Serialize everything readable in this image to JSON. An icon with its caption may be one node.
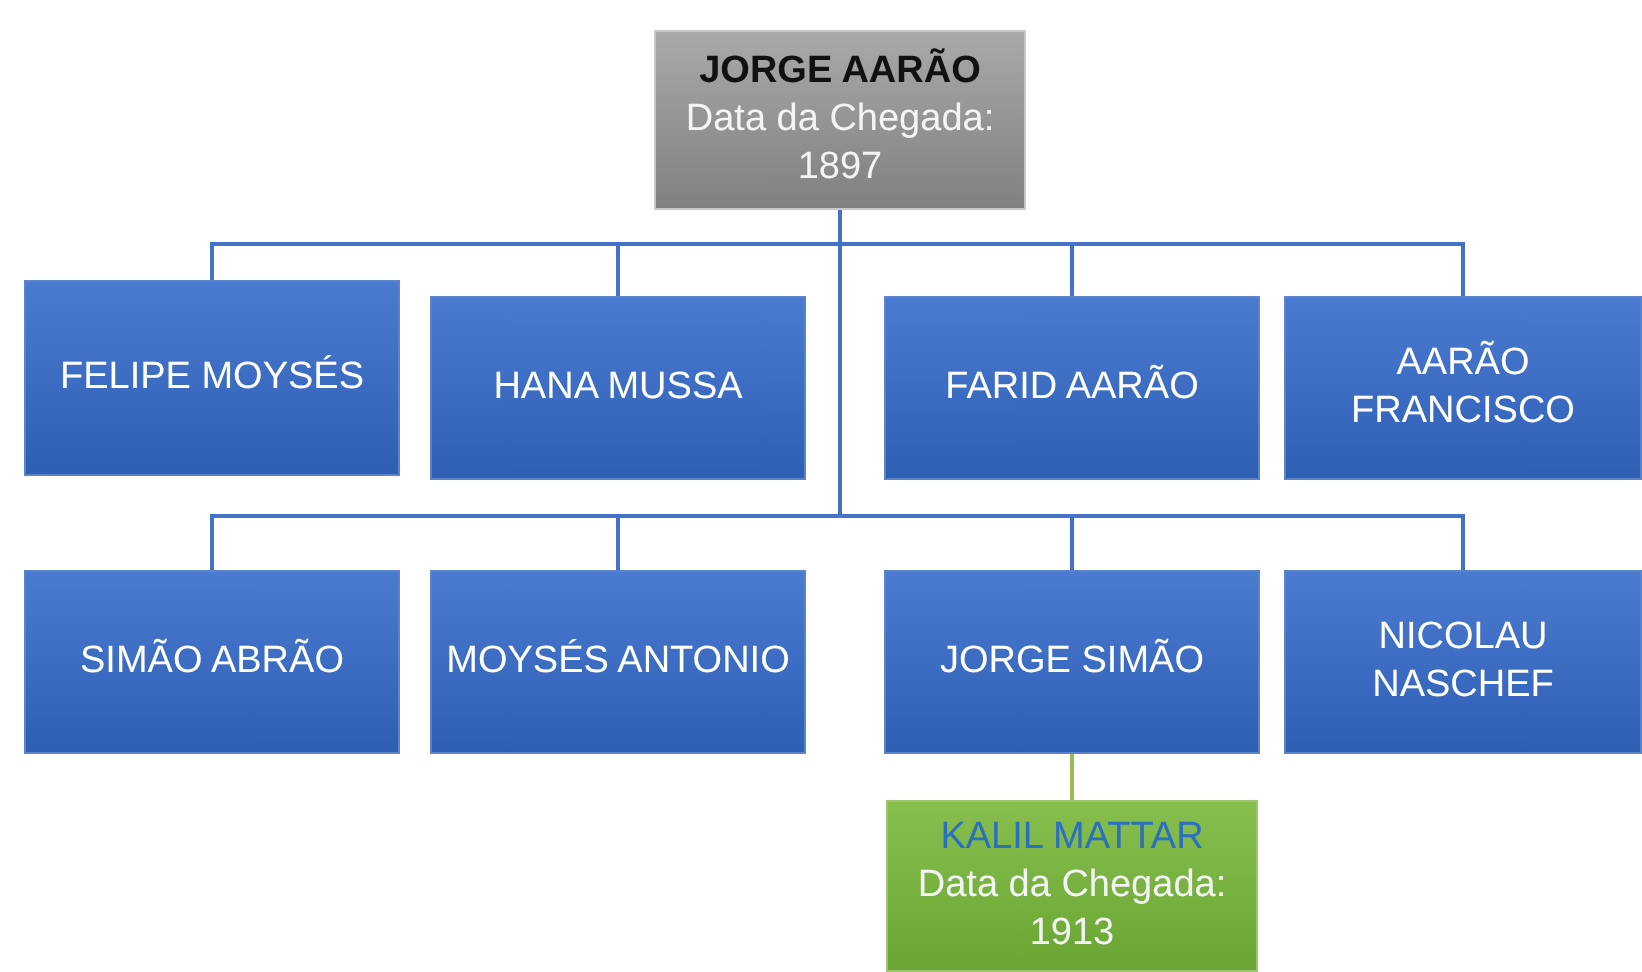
{
  "diagram": {
    "nodes": [
      {
        "text": [
          "JORGE AARÃO",
          "Data da Chegada: 1897"
        ]
      },
      {
        "text": [
          "FELIPE MOYSÉS"
        ]
      },
      {
        "text": [
          "HANA MUSSA"
        ]
      },
      {
        "text": [
          "FARID AARÃO"
        ]
      },
      {
        "text": [
          "AARÃO FRANCISCO"
        ]
      },
      {
        "text": [
          "SIMÃO ABRÃO"
        ]
      },
      {
        "text": [
          "MOYSÉS ANTONIO"
        ]
      },
      {
        "text": [
          "JORGE SIMÃO"
        ]
      },
      {
        "text": [
          "NICOLAU NASCHEF"
        ]
      },
      {
        "text": [
          "KALIL MATTAR",
          "Data da Chegada: 1913"
        ]
      }
    ],
    "edges": [
      {
        "from": 0,
        "to": 1,
        "arrow": "none"
      },
      {
        "from": 0,
        "to": 2,
        "arrow": "none"
      },
      {
        "from": 0,
        "to": 3,
        "arrow": "none"
      },
      {
        "from": 0,
        "to": 4,
        "arrow": "none"
      },
      {
        "from": 0,
        "to": 5,
        "arrow": "none"
      },
      {
        "from": 0,
        "to": 6,
        "arrow": "none"
      },
      {
        "from": 0,
        "to": 7,
        "arrow": "none"
      },
      {
        "from": 0,
        "to": 8,
        "arrow": "none"
      },
      {
        "from": 7,
        "to": 9,
        "arrow": "none",
        "color": "#9bbb59"
      }
    ]
  }
}
